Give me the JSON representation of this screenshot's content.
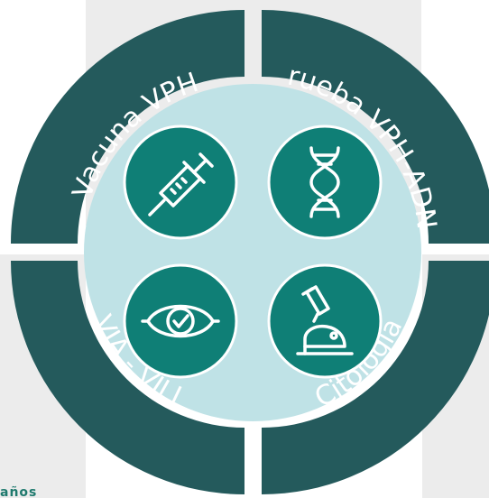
{
  "colors": {
    "ring": "#245a5c",
    "inner_disc": "#bfe2e6",
    "icon_circle": "#0f7f76",
    "icon_stroke": "#ffffff",
    "backdrop_light": "#ececec",
    "backdrop_white": "#f7f7f7"
  },
  "segments": [
    {
      "id": "top-left",
      "label": "Vacuna VPH"
    },
    {
      "id": "top-right",
      "label": "Prueba VPH-ADN"
    },
    {
      "id": "bottom-left",
      "label": "VIA - VILI"
    },
    {
      "id": "bottom-right",
      "label": "Citología"
    }
  ],
  "icons": [
    {
      "position": "top-left",
      "name": "syringe-icon"
    },
    {
      "position": "top-right",
      "name": "dna-icon"
    },
    {
      "position": "bottom-left",
      "name": "eye-check-icon"
    },
    {
      "position": "bottom-right",
      "name": "microscope-icon"
    }
  ],
  "footer_fragment": "años"
}
